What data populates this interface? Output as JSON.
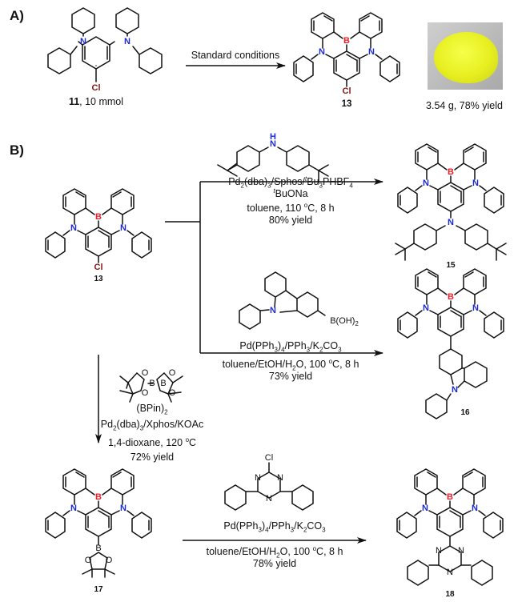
{
  "section_a": {
    "label": "A)",
    "reactant": {
      "id": "11",
      "note": ", 10 mmol",
      "atoms": {
        "n": "N",
        "cl": "Cl"
      }
    },
    "arrow_label": "Standard conditions",
    "product": {
      "id": "13",
      "atoms": {
        "n": "N",
        "b": "B",
        "cl": "Cl"
      }
    },
    "photo": {
      "description": "yellow powder sample",
      "color": "#e9f020"
    },
    "yield_text": "3.54 g, 78% yield"
  },
  "section_b": {
    "label": "B)",
    "start": {
      "id": "13"
    },
    "reactions": [
      {
        "reagent_name": "bis(4-tert-butylphenyl)amine",
        "reagent_atom": "H\nN",
        "catalyst_line1": "Pd2(dba)3/Sphos/tBu3PHBF4",
        "catalyst_line2": "tBuONa",
        "conditions": "toluene, 110 oC, 8 h",
        "yield": "80% yield",
        "product": "15"
      },
      {
        "reagent_name": "9-phenylcarbazole-3-boronic acid",
        "reagent_group": "B(OH)2",
        "catalyst": "Pd(PPh3)4/PPh3/K2CO3",
        "conditions": "toluene/EtOH/H2O, 100 oC, 8 h",
        "yield": "73% yield",
        "product": "16"
      },
      {
        "reagent_name": "(BPin)2",
        "catalyst": "Pd2(dba)3/Xphos/KOAc",
        "conditions": "1,4-dioxane, 120 oC",
        "yield": "72% yield",
        "product": "17"
      },
      {
        "reagent_name": "2-chloro-4,6-diphenyl-1,3,5-triazine",
        "reagent_atom": "Cl",
        "catalyst": "Pd(PPh3)4/PPh3/K2CO3",
        "conditions": "toluene/EtOH/H2O, 100 oC, 8 h",
        "yield": "78% yield",
        "product": "18"
      }
    ]
  },
  "atom_colors": {
    "N": "#1a2bd6",
    "B": "#e8202a",
    "Cl": "#8b1414"
  }
}
